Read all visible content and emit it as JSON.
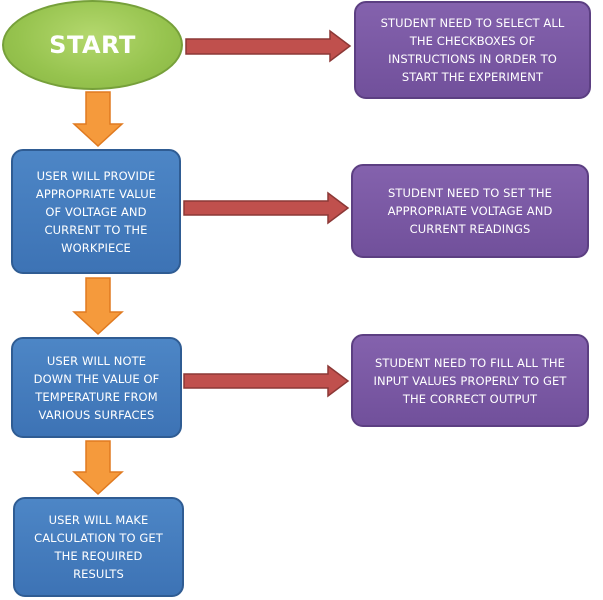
{
  "diagram": {
    "start": "START",
    "user_steps": [
      "USER WILL PROVIDE\nAPPROPRIATE VALUE\nOF VOLTAGE AND\nCURRENT TO THE\nWORKPIECE",
      "USER WILL NOTE\nDOWN THE VALUE OF\nTEMPERATURE FROM\nVARIOUS SURFACES",
      "USER WILL MAKE\nCALCULATION TO GET\nTHE REQUIRED\nRESULTS"
    ],
    "student_notes": [
      "STUDENT NEED TO SELECT ALL\nTHE CHECKBOXES OF\nINSTRUCTIONS IN ORDER TO\nSTART THE EXPERIMENT",
      "STUDENT NEED TO SET THE\nAPPROPRIATE VOLTAGE AND\nCURRENT READINGS",
      "STUDENT NEED TO FILL ALL THE\nINPUT VALUES PROPERLY TO GET\nTHE CORRECT OUTPUT"
    ],
    "colors": {
      "start_fill": "#96c34e",
      "process_fill": "#4a81c2",
      "note_fill": "#7d5ba6",
      "down_arrow": "#f59a3c",
      "side_arrow": "#c0504d"
    }
  }
}
